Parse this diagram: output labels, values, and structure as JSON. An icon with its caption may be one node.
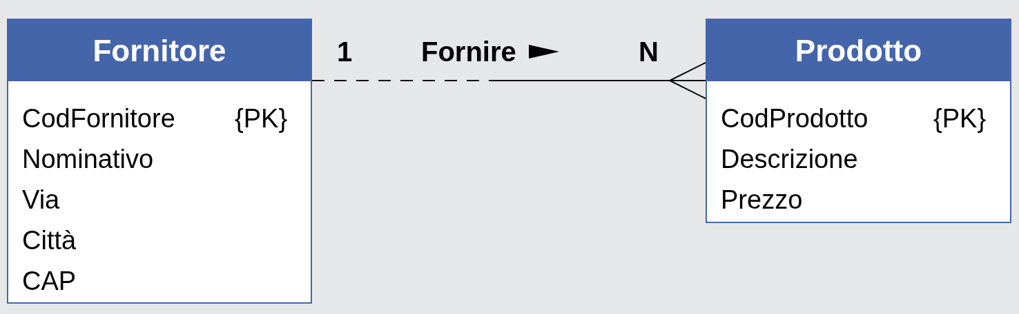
{
  "diagram": {
    "nodes": [
      {
        "text": [
          "Fornitore",
          "CodFornitore",
          "{PK}",
          "Nominativo",
          "Via",
          "Città",
          "CAP"
        ]
      },
      {
        "text": [
          "Prodotto",
          "CodProdotto",
          "{PK}",
          "Descrizione",
          "Prezzo"
        ]
      }
    ],
    "edges": [
      {
        "from": 0,
        "to": 1,
        "arrow": "other",
        "label": "Fornire"
      }
    ],
    "labels": [
      "1",
      "N"
    ]
  }
}
